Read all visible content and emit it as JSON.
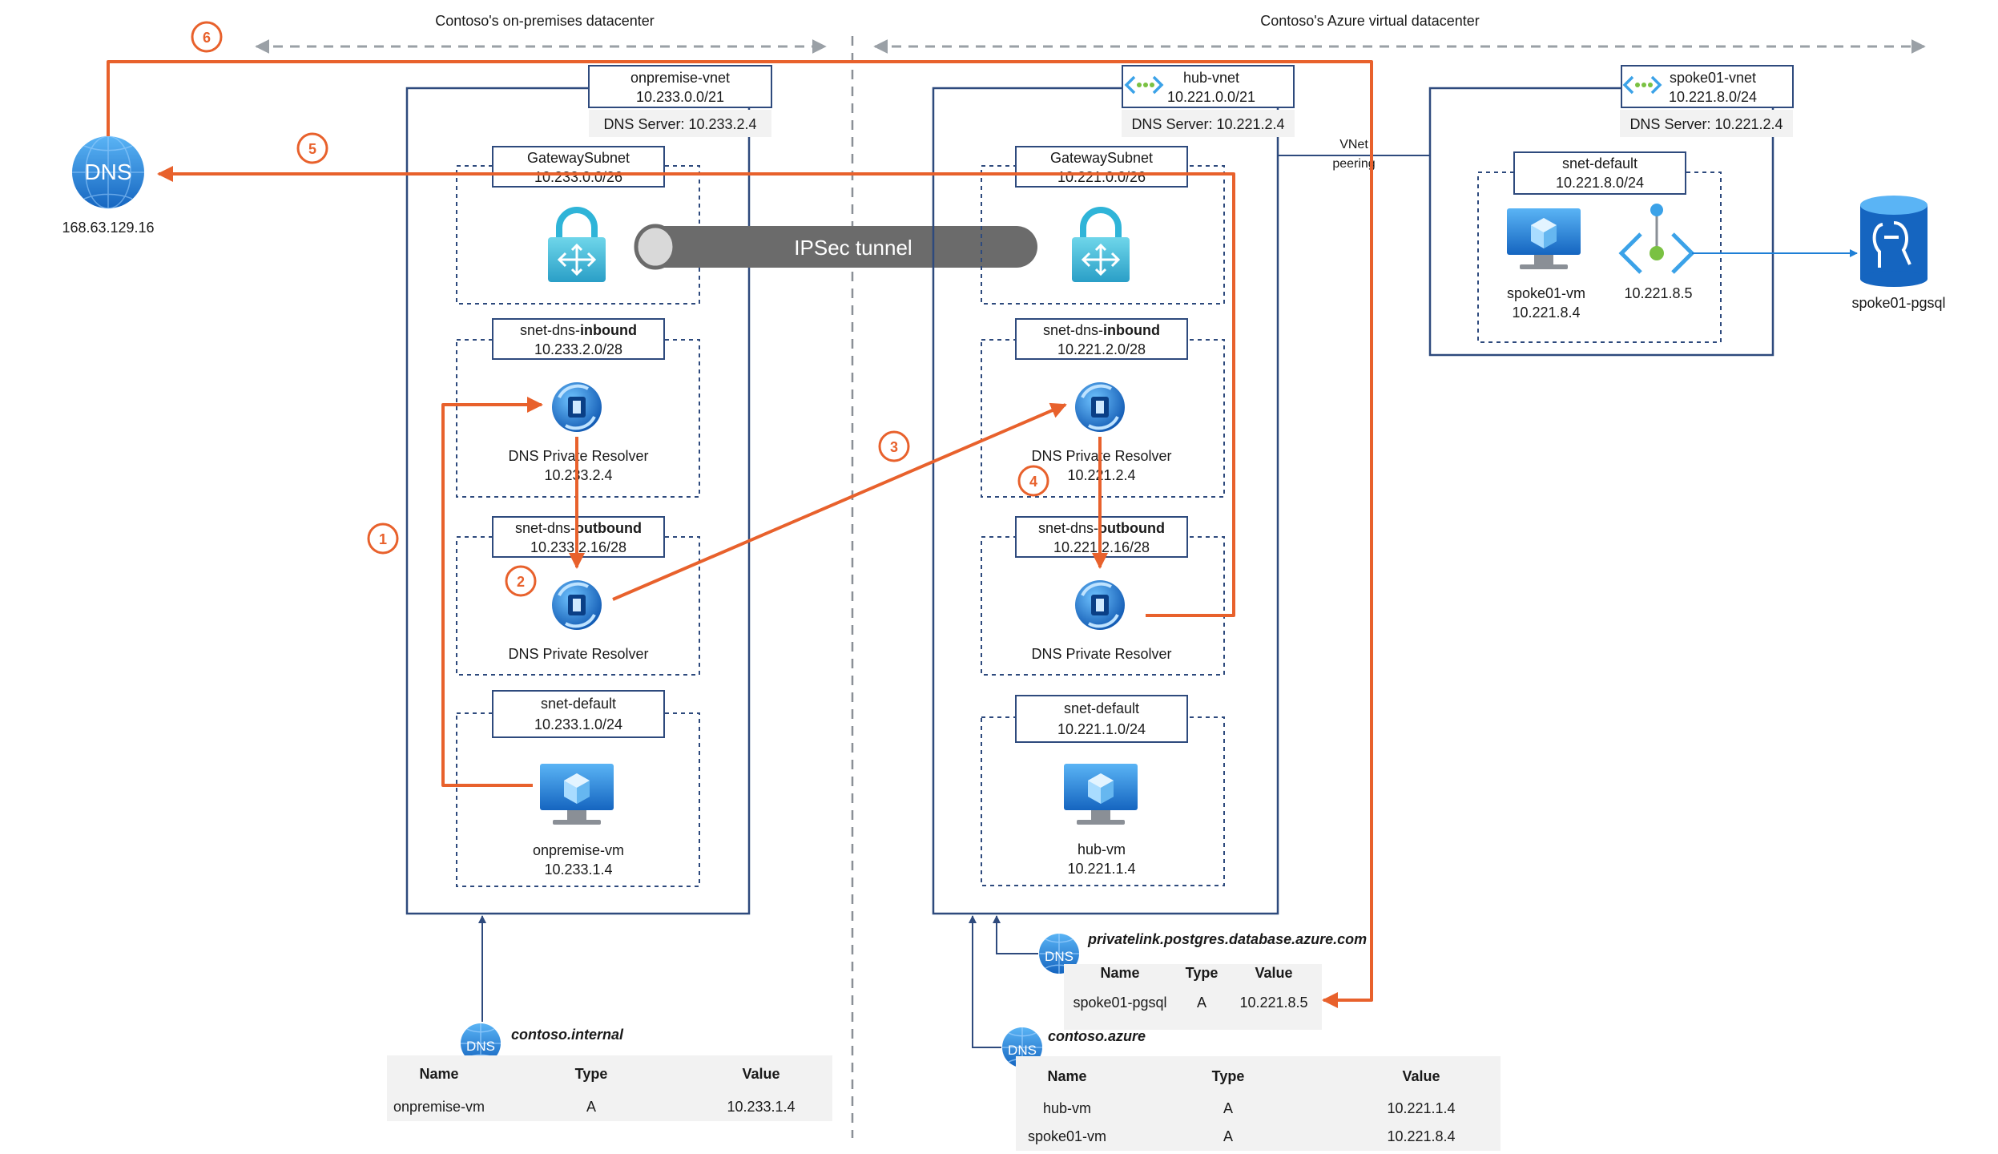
{
  "colors": {
    "flow": "#e8612c",
    "vnet_border": "#2e4a7d",
    "azure_blue": "#1e7fd6",
    "tunnel": "#6b6b6b",
    "table_bg": "#f2f2f2"
  },
  "zones": {
    "onprem": "Contoso's on-premises datacenter",
    "azure": "Contoso's Azure virtual datacenter"
  },
  "public_dns": {
    "icon": "globe-dns-icon",
    "label": "DNS",
    "ip": "168.63.129.16"
  },
  "onprem": {
    "vnet_name": "onpremise-vnet",
    "vnet_cidr": "10.233.0.0/21",
    "dns_server": "DNS Server: 10.233.2.4",
    "gateway_subnet": {
      "name": "GatewaySubnet",
      "cidr": "10.233.0.0/26",
      "icon": "vpn-gateway-icon"
    },
    "inbound_subnet": {
      "name_prefix": "snet-dns-",
      "name_bold": "inbound",
      "cidr": "10.233.2.0/28"
    },
    "inbound_resolver": {
      "label": "DNS Private Resolver",
      "ip": "10.233.2.4",
      "icon": "dns-private-resolver-icon"
    },
    "outbound_subnet": {
      "name_prefix": "snet-dns-",
      "name_bold": "outbound",
      "cidr": "10.233.2.16/28"
    },
    "outbound_resolver": {
      "label": "DNS Private Resolver",
      "icon": "dns-private-resolver-icon"
    },
    "default_subnet": {
      "name": "snet-default",
      "cidr": "10.233.1.0/24"
    },
    "vm": {
      "name": "onpremise-vm",
      "ip": "10.233.1.4",
      "icon": "virtual-machine-icon"
    }
  },
  "tunnel": {
    "label": "IPSec tunnel"
  },
  "hub": {
    "vnet_name": "hub-vnet",
    "vnet_cidr": "10.221.0.0/21",
    "dns_server": "DNS Server: 10.221.2.4",
    "icon": "virtual-network-icon",
    "gateway_subnet": {
      "name": "GatewaySubnet",
      "cidr": "10.221.0.0/26",
      "icon": "vpn-gateway-icon"
    },
    "inbound_subnet": {
      "name_prefix": "snet-dns-",
      "name_bold": "inbound",
      "cidr": "10.221.2.0/28"
    },
    "inbound_resolver": {
      "label": "DNS Private Resolver",
      "ip": "10.221.2.4",
      "icon": "dns-private-resolver-icon"
    },
    "outbound_subnet": {
      "name_prefix": "snet-dns-",
      "name_bold": "outbound",
      "cidr": "10.221.2.16/28"
    },
    "outbound_resolver": {
      "label": "DNS Private Resolver",
      "icon": "dns-private-resolver-icon"
    },
    "default_subnet": {
      "name": "snet-default",
      "cidr": "10.221.1.0/24"
    },
    "vm": {
      "name": "hub-vm",
      "ip": "10.221.1.4",
      "icon": "virtual-machine-icon"
    }
  },
  "peering": {
    "line1": "VNet",
    "line2": "peering"
  },
  "spoke": {
    "vnet_name": "spoke01-vnet",
    "vnet_cidr": "10.221.8.0/24",
    "dns_server": "DNS Server: 10.221.2.4",
    "icon": "virtual-network-icon",
    "default_subnet": {
      "name": "snet-default",
      "cidr": "10.221.8.0/24"
    },
    "vm": {
      "name": "spoke01-vm",
      "ip": "10.221.8.4",
      "icon": "virtual-machine-icon"
    },
    "private_endpoint": {
      "ip": "10.221.8.5",
      "icon": "private-endpoint-icon"
    },
    "database": {
      "name": "spoke01-pgsql",
      "icon": "postgresql-icon"
    }
  },
  "steps": [
    "1",
    "2",
    "3",
    "4",
    "5",
    "6"
  ],
  "zones_dns": {
    "onprem_zone": {
      "name": "contoso.internal",
      "icon_label": "DNS",
      "headers": [
        "Name",
        "Type",
        "Value"
      ],
      "rows": [
        [
          "onpremise-vm",
          "A",
          "10.233.1.4"
        ]
      ]
    },
    "privatelink_zone": {
      "name": "privatelink.postgres.database.azure.com",
      "icon_label": "DNS",
      "headers": [
        "Name",
        "Type",
        "Value"
      ],
      "rows": [
        [
          "spoke01-pgsql",
          "A",
          "10.221.8.5"
        ]
      ]
    },
    "azure_zone": {
      "name": "contoso.azure",
      "icon_label": "DNS",
      "headers": [
        "Name",
        "Type",
        "Value"
      ],
      "rows": [
        [
          "hub-vm",
          "A",
          "10.221.1.4"
        ],
        [
          "spoke01-vm",
          "A",
          "10.221.8.4"
        ]
      ]
    }
  }
}
